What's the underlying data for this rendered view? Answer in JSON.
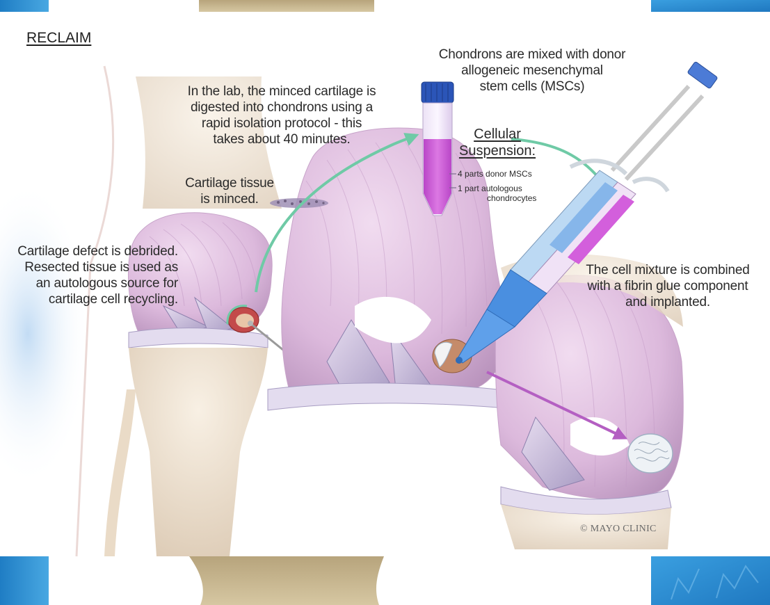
{
  "diagram": {
    "title": "RECLAIM",
    "step_digest": [
      "In the lab, the minced cartilage is",
      "digested into chondrons using a",
      "rapid isolation protocol - this",
      "takes about 40 minutes."
    ],
    "step_mix": [
      "Chondrons are mixed with donor",
      "allogeneic mesenchymal",
      "stem cells (MSCs)"
    ],
    "suspension_title": [
      "Cellular",
      "Suspension:"
    ],
    "suspension_parts": [
      {
        "text": "4 parts donor MSCs"
      },
      {
        "text": "1 part autologous"
      },
      {
        "text": "chondrocytes"
      }
    ],
    "step_mince": [
      "Cartilage tissue",
      "is minced."
    ],
    "step_debride": [
      "Cartilage defect is debrided.",
      "Resected tissue is used as",
      "an autologous source for",
      "cartilage cell recycling."
    ],
    "step_implant": [
      "The cell mixture is combined",
      "with a fibrin glue component",
      "and implanted."
    ],
    "credit": "© MAYO CLINIC"
  },
  "colors": {
    "slide_blue": "#2f8fd2",
    "slide_tan": "#c8b58e",
    "cartilage_pink": "#d8b6d8",
    "bone": "#efe4d6",
    "arrow_green": "#6fcaa6",
    "arrow_purple": "#b45fc2",
    "tube_cap": "#2b55b8",
    "suspension_magenta": "#cc5cd6",
    "syringe_blue": "#4a8fe0"
  },
  "icons": [
    "knee-joint",
    "centrifuge-tube",
    "dual-syringe",
    "minced-tissue",
    "cartilage-graft"
  ]
}
